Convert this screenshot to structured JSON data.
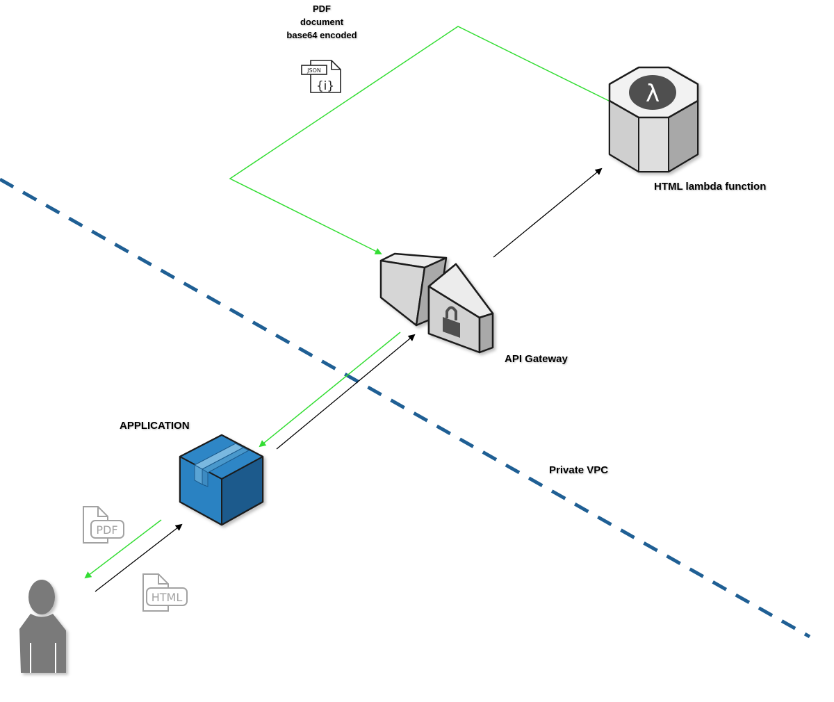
{
  "labels": {
    "payload_line1": "PDF",
    "payload_line2": "document",
    "payload_line3": "base64 encoded",
    "lambda": "HTML lambda function",
    "api_gateway": "API Gateway",
    "application": "APPLICATION",
    "vpc": "Private VPC"
  },
  "icons": {
    "json_tag": "JSON",
    "json_glyph": "{i}",
    "pdf_tag": "PDF",
    "html_tag": "HTML",
    "lambda_glyph": "λ"
  },
  "colors": {
    "response_flow": "#33dd33",
    "request_flow": "#000000",
    "vpc_boundary": "#1f5f94",
    "app_box": "#1e78b8",
    "gray_icon": "#999999"
  }
}
